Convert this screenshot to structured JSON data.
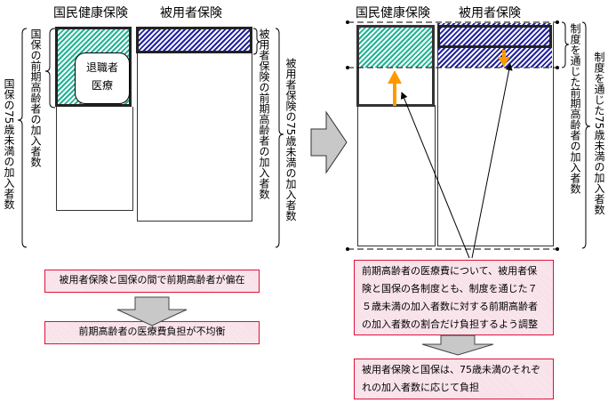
{
  "left_panel": {
    "col_titles": [
      "国民健康保険",
      "被用者保険"
    ],
    "retired_medical": [
      "退職者",
      "医療"
    ],
    "labels": {
      "kokuho_elderly": "国保の前期高齢者の加入者数",
      "kokuho_under75": "国保の75歳未満の加入者数",
      "employee_elderly": "被用者保険の前期高齢者の加入者数",
      "employee_under75": "被用者保険の75歳未満の加入者数"
    },
    "box1": "被用者保険と国保の間で前期高齢者が偏在",
    "box2": "前期高齢者の医療費負担が不均衡"
  },
  "right_panel": {
    "col_titles": [
      "国民健康保険",
      "被用者保険"
    ],
    "labels": {
      "system_elderly": "制度を通じた前期高齢者の加入者数",
      "system_under75": "制度を通じた75歳未満の加入者数"
    },
    "box1_lines": [
      "前期高齢者の医療費について、被用者保",
      "険と国保の各制度とも、制度を通じた７",
      "５歳未満の加入者数に対する前期高齢者",
      "の加入者数の割合だけ負担するよう調整"
    ],
    "box2_lines": [
      "被用者保険と国保は、75歳未満のそれぞ",
      "れの加入者数に応じて負担"
    ]
  },
  "colors": {
    "kokuho_hatch": "#1fb394",
    "employee_hatch": "#2222a0",
    "adjust_arrow": "#ff9900",
    "box_border": "#e0103a",
    "box_fill": "#f6d9e2",
    "flow_arrow_fill": "#c8c8c8"
  }
}
